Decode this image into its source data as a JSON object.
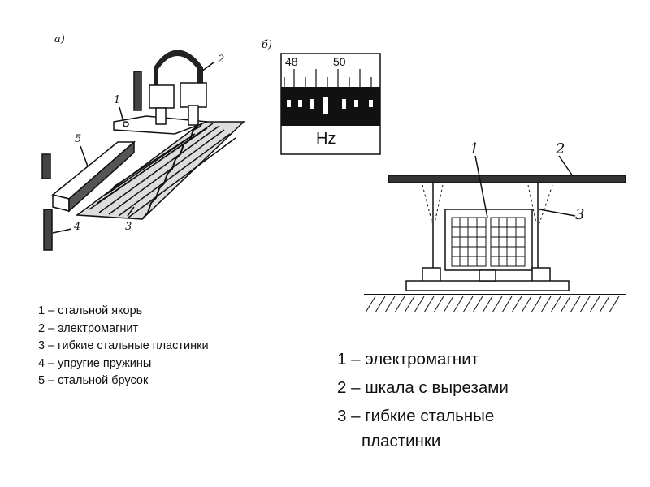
{
  "figure_a": {
    "panel_label": "а)",
    "callouts": [
      "1",
      "2",
      "3",
      "4",
      "5"
    ]
  },
  "figure_b": {
    "panel_label": "б)",
    "scale_labels": [
      "48",
      "50"
    ],
    "unit": "Hz"
  },
  "figure_c": {
    "callouts": [
      "1",
      "2",
      "3"
    ]
  },
  "legend_left": [
    "1 – стальной якорь",
    "2 – электромагнит",
    "3 – гибкие стальные пластинки",
    "4 – упругие пружины",
    "5 – стальной брусок"
  ],
  "legend_right": {
    "item1": "1 – электромагнит",
    "item2": "2 – шкала с вырезами",
    "item3_line1": "3 – гибкие стальные",
    "item3_line2": "пластинки"
  }
}
